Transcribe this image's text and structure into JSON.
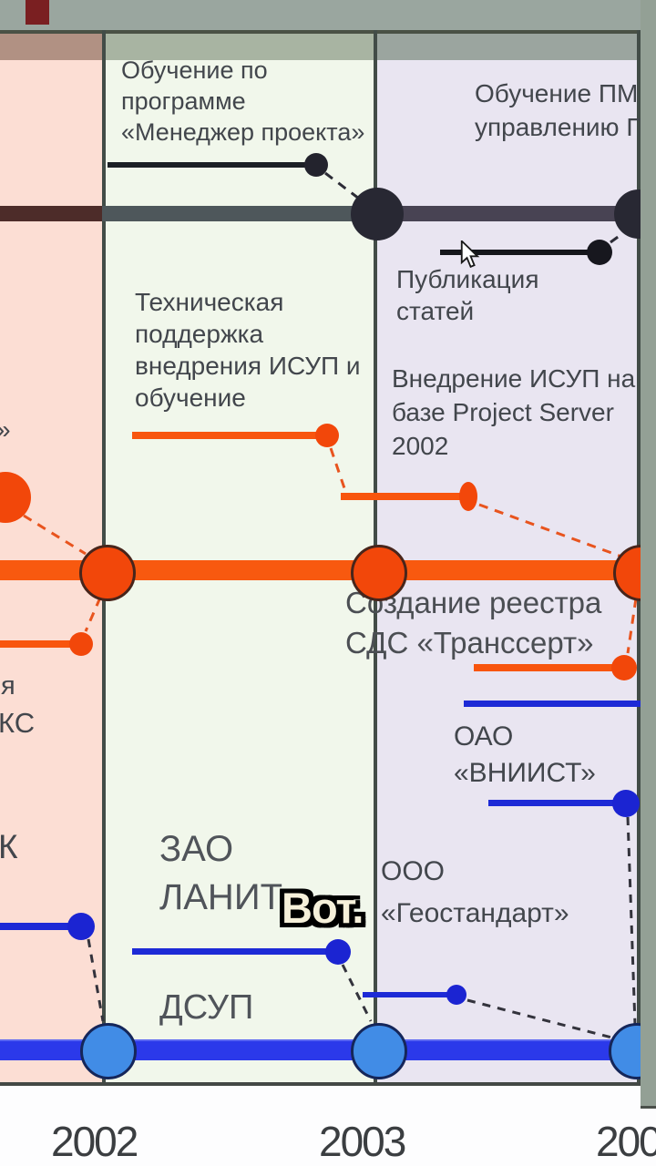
{
  "slide": {
    "type": "timeline-diagram",
    "years": {
      "y2002": "2002",
      "y2003": "2003",
      "y2004": "200"
    },
    "labels": {
      "manager_program": "Обучение по\nпрограмме\n«Менеджер проекта»",
      "pm_training": "Обучение ПМ\nуправлению П",
      "publications": "Публикация\nстатей",
      "tech_support": "Техническая\nподдержка\nвнедрения ИСУП и\nобучение",
      "isup_server": "Внедрение ИСУП на\nбазе Project Server\n2002",
      "transsert": "Создание реестра\nСДС «Транссерт»",
      "vniist": "ОАО\n«ВНИИСТ»",
      "geostandart": "ООО\n«Геостандарт»",
      "lanit": "ЗАО\nЛАНИТ",
      "dsup": "ДСУП",
      "frag_quote": "»",
      "frag_ya": "я",
      "frag_ks": "КС",
      "frag_k": "К"
    },
    "timeline": {
      "lanes": [
        {
          "id": "dark-lane",
          "color": "#4e575b",
          "events": [
            "Обучение по программе «Менеджер проекта»",
            "Публикация статей",
            "Обучение ПМ управлению (обрезано краем)"
          ]
        },
        {
          "id": "orange-lane",
          "color": "#f8590f",
          "events": [
            "Техническая поддержка внедрения ИСУП и обучение",
            "Внедрение ИСУП на базе Project Server 2002",
            "Создание реестра СДС «Транссерт»"
          ]
        },
        {
          "id": "blue-lane",
          "color": "#2b39ea",
          "events": [
            "ОАО «ВНИИСТ»",
            "ООО «Геостандарт»",
            "ЗАО ЛАНИТ",
            "ДСУП"
          ]
        }
      ],
      "clipped_left_fragments": [
        "»",
        "я",
        "КС",
        "К"
      ]
    },
    "overlay": {
      "subtitle": "Вот.",
      "mouse_cursor": "arrow-pointer"
    },
    "colors": {
      "top_band": "#9aa69f",
      "column_pre2002": "#fcded4",
      "column_2002": "#f1f7eb",
      "column_2003": "#e9e5f1",
      "header_pre2002": "#b19183",
      "header_2002": "#a8b4a2",
      "header_2003": "#9ba59f",
      "lane_dark_left": "#4d2c29",
      "lane_dark_mid": "#4e575b",
      "lane_dark_right": "#484353",
      "lane_orange": "#f8590f",
      "lane_blue": "#2b39ea",
      "node_orange": "#f2470a",
      "node_blue_big": "#418ce6",
      "node_dark": "#282833",
      "right_strip": "#93a095",
      "accent_square": "#7a1f21"
    }
  }
}
